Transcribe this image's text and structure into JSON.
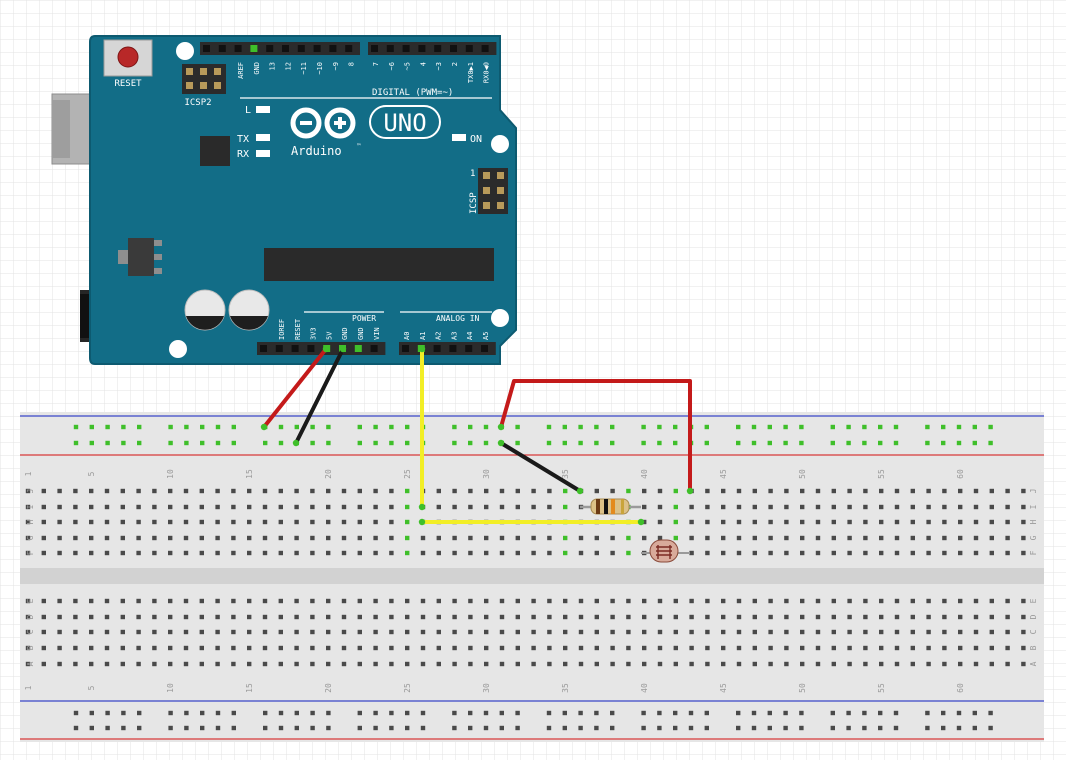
{
  "colors": {
    "canvas": "#ffffff",
    "grid": "#e3e3e3",
    "board": "#126d87",
    "board_edge": "#0d5a70",
    "silk": "#ffffff",
    "header": "#2b2b2b",
    "breadboard": "#e6e6e6",
    "breadboard_gap": "#cfcfcf",
    "hole": "#4a4a4a",
    "hole_active": "#3fbf2a",
    "rail_blue": "#3a46c8",
    "rail_red": "#d83a3a",
    "wire_red": "#c41a1a",
    "wire_black": "#1a1a1a",
    "wire_yellow": "#f2ee26",
    "reset_button": "#b82828",
    "chip": "#2a2a2a",
    "usb": "#b5b5b5",
    "jack": "#262626"
  },
  "arduino": {
    "reset_label": "RESET",
    "icsp2_label": "ICSP2",
    "icsp_label": "ICSP",
    "icsp_pin1": "1",
    "digital_label": "DIGITAL (PWM=~)",
    "power_label": "POWER",
    "analog_label": "ANALOG IN",
    "logo_text": "Arduino",
    "tm": "™",
    "uno_text": "UNO",
    "led_l": "L",
    "led_tx": "TX",
    "led_rx": "RX",
    "led_on": "ON",
    "top_left_pins": [
      "AREF",
      "GND",
      "13",
      "12",
      "~11",
      "~10",
      "~9",
      "8"
    ],
    "top_right_pins": [
      "7",
      "~6",
      "~5",
      "4",
      "~3",
      "2",
      "TX0▶1",
      "RX0◀0"
    ],
    "power_pins": [
      "IOREF",
      "RESET",
      "3V3",
      "5V",
      "GND",
      "GND",
      "VIN"
    ],
    "analog_pins": [
      "A0",
      "A1",
      "A2",
      "A3",
      "A4",
      "A5"
    ]
  },
  "breadboard": {
    "row_letters_top": [
      "J",
      "I",
      "H",
      "G",
      "F"
    ],
    "row_letters_bottom": [
      "E",
      "D",
      "C",
      "B",
      "A"
    ],
    "column_numbers": [
      "1",
      "5",
      "10",
      "15",
      "20",
      "25",
      "30",
      "35",
      "40",
      "45",
      "50",
      "55",
      "60"
    ]
  }
}
